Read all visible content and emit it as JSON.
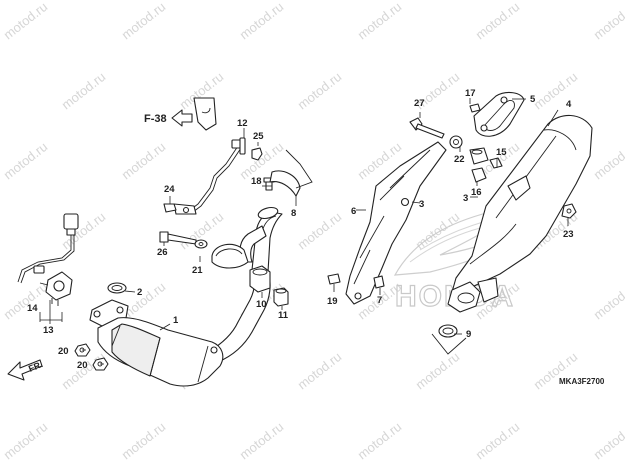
{
  "watermark": "motod.ru",
  "brand": "HONDA",
  "ref_label": "F-38",
  "direction_label": "FR.",
  "diagram_code": "MKA3F2700",
  "callouts": {
    "c1": "1",
    "c2": "2",
    "c3a": "3",
    "c3b": "3",
    "c4": "4",
    "c5": "5",
    "c6": "6",
    "c7": "7",
    "c8": "8",
    "c9": "9",
    "c10": "10",
    "c11": "11",
    "c12": "12",
    "c13": "13",
    "c14": "14",
    "c15": "15",
    "c16": "16",
    "c17": "17",
    "c18": "18",
    "c19": "19",
    "c20a": "20",
    "c20b": "20",
    "c21": "21",
    "c22": "22",
    "c23": "23",
    "c24": "24",
    "c25": "25",
    "c26": "26",
    "c27": "27"
  }
}
